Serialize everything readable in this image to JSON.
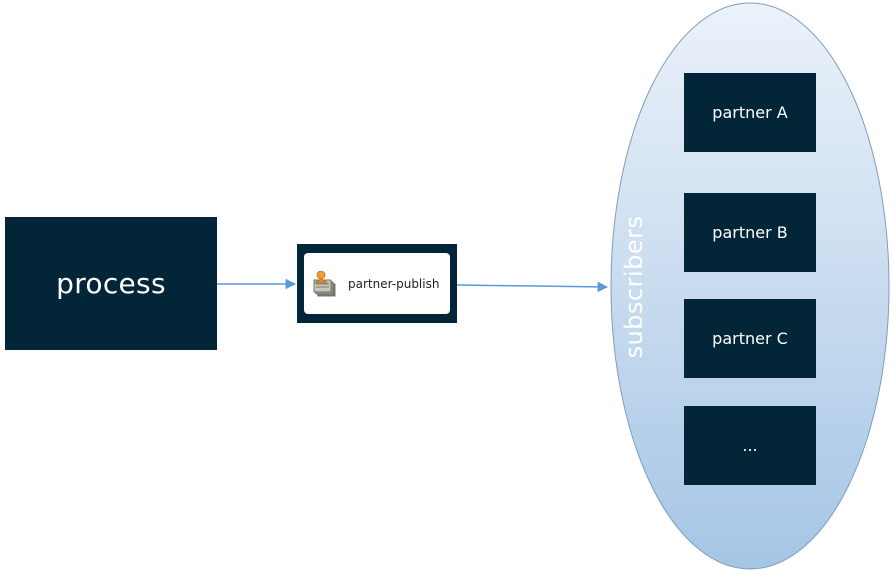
{
  "diagram": {
    "source": {
      "label": "process"
    },
    "publisher": {
      "label": "partner-publish",
      "icon": "publisher-icon"
    },
    "group": {
      "label": "subscribers"
    },
    "subscribers": [
      {
        "label": "partner A"
      },
      {
        "label": "partner B"
      },
      {
        "label": "partner C"
      },
      {
        "label": "..."
      }
    ],
    "colors": {
      "box": "#022638",
      "arrow": "#5b9bd5",
      "ellipse_light": "#e3eef8",
      "ellipse_dark": "#a9c8e6"
    }
  }
}
